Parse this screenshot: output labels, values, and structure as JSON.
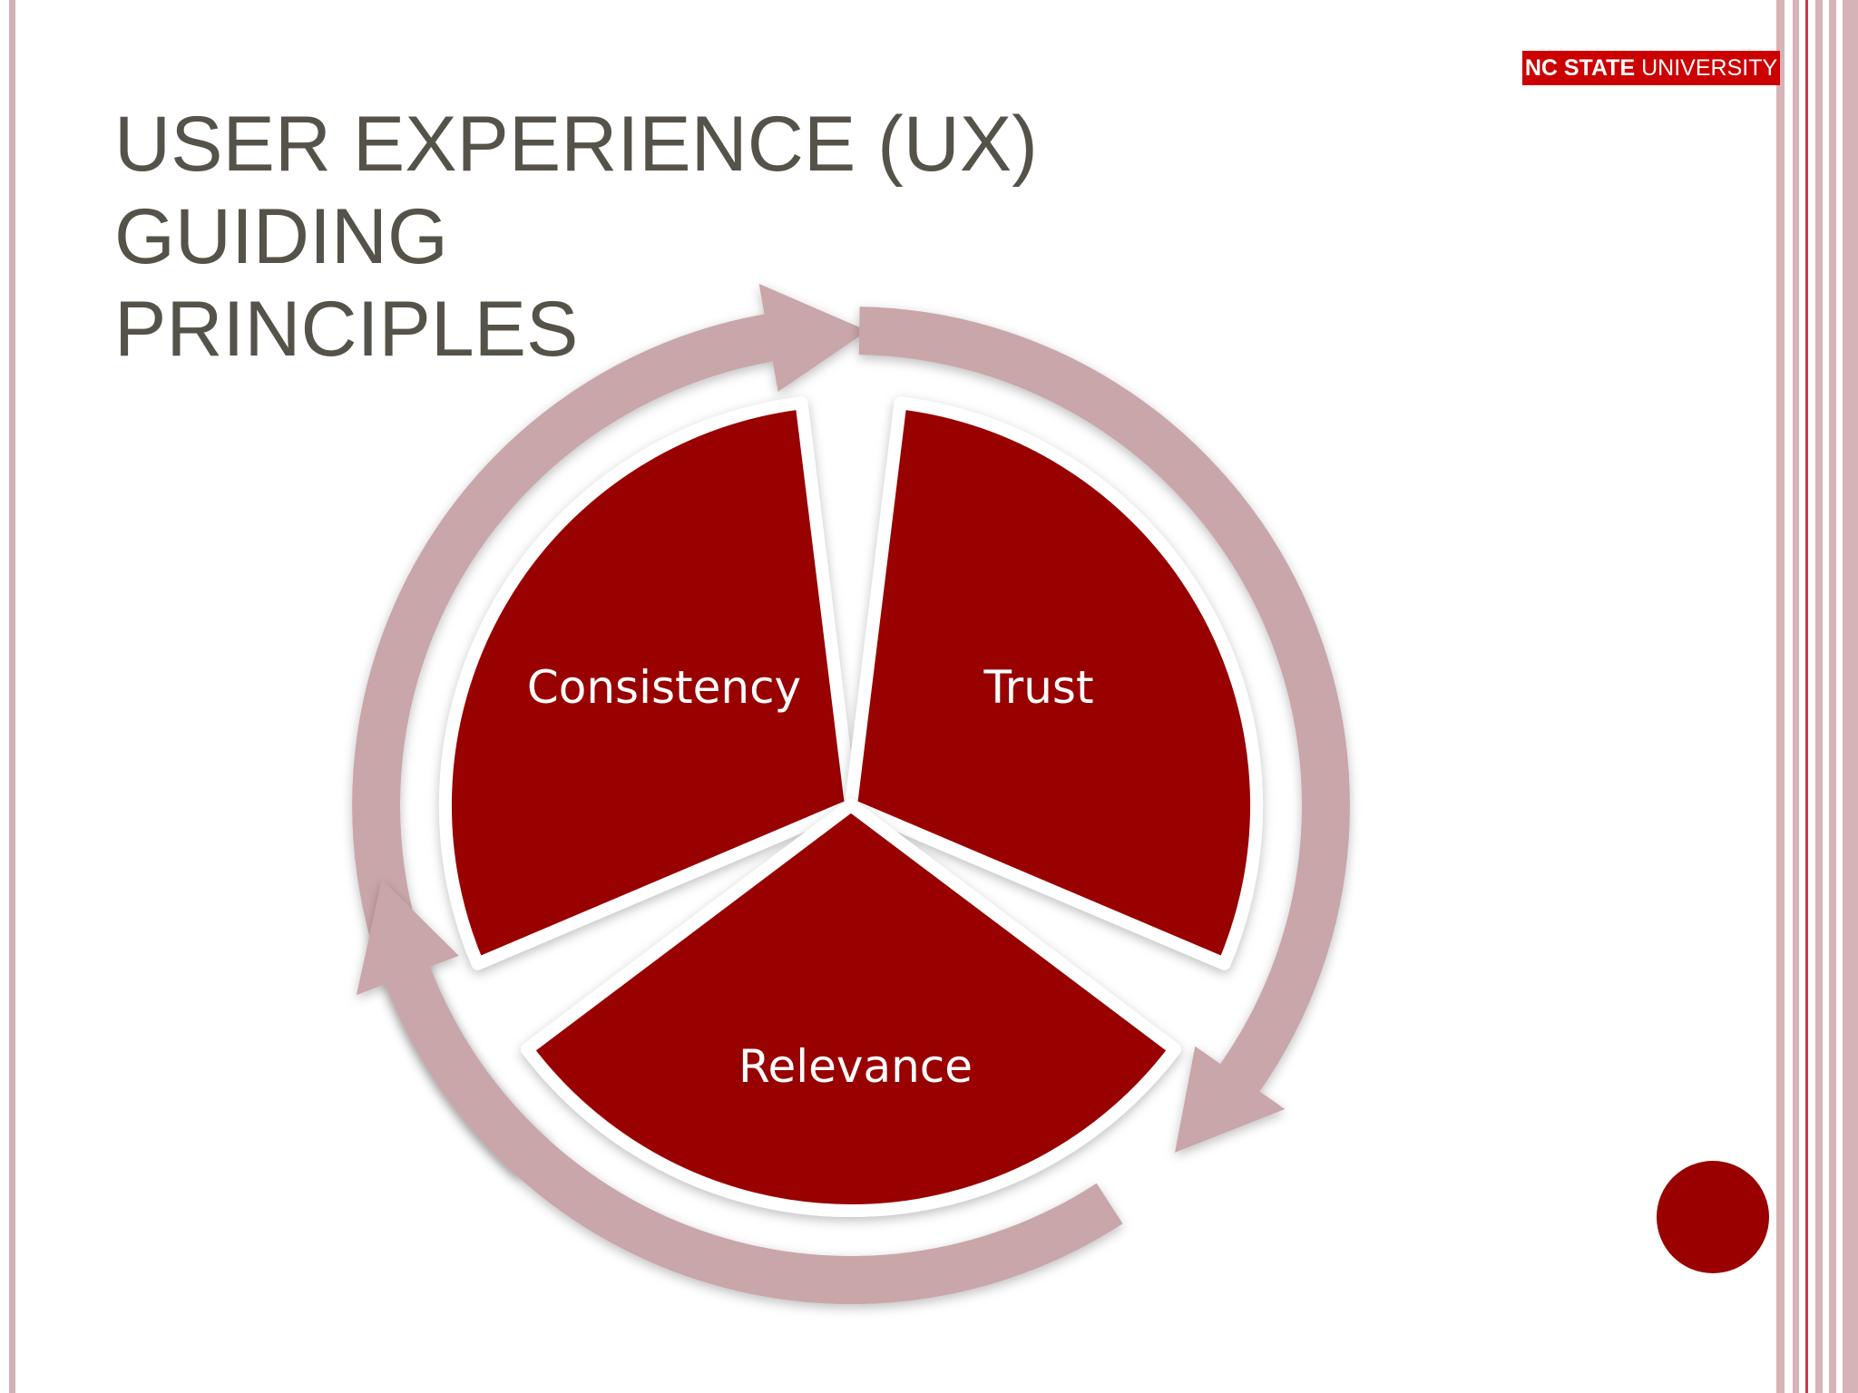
{
  "slide": {
    "title_line1": "USER EXPERIENCE (UX) GUIDING",
    "title_line2": "PRINCIPLES"
  },
  "logo": {
    "strong": "NC STATE",
    "light": "UNIVERSITY"
  },
  "diagram": {
    "type": "cycle",
    "segments": [
      {
        "label": "Consistency"
      },
      {
        "label": "Trust"
      },
      {
        "label": "Relevance"
      }
    ]
  },
  "colors": {
    "segment_fill": "#990000",
    "arrow_fill": "#c9a6a9",
    "accent": "#cc0000",
    "title_text": "#555349",
    "border_stripe": "#d7b2b6"
  }
}
